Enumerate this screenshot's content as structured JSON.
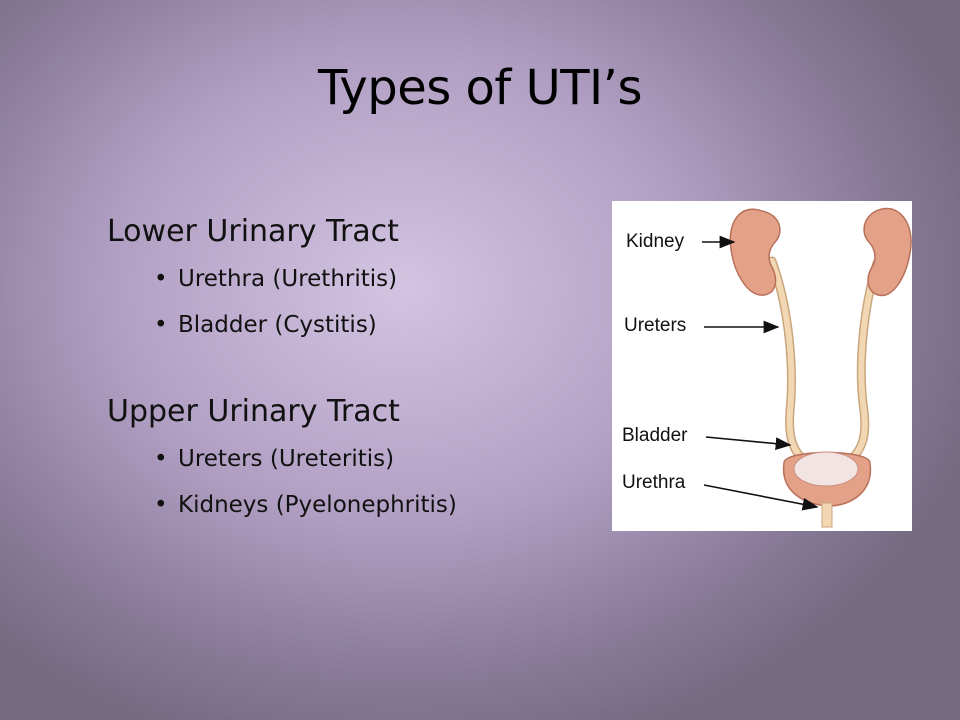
{
  "slide": {
    "title": "Types of UTI’s",
    "sections": [
      {
        "heading": "Lower Urinary Tract",
        "bullets": [
          "Urethra (Urethritis)",
          "Bladder (Cystitis)"
        ]
      },
      {
        "heading": "Upper Urinary Tract",
        "bullets": [
          "Ureters (Ureteritis)",
          "Kidneys (Pyelonephritis)"
        ]
      }
    ],
    "bullet_glyph": "•"
  },
  "figure": {
    "labels": {
      "kidney": "Kidney",
      "ureters": "Ureters",
      "bladder": "Bladder",
      "urethra": "Urethra"
    },
    "colors": {
      "kidney_fill": "#e3a288",
      "kidney_stroke": "#b8705a",
      "ureter": "#f1d8b2",
      "bladder_inner": "#f3e4e4"
    }
  }
}
